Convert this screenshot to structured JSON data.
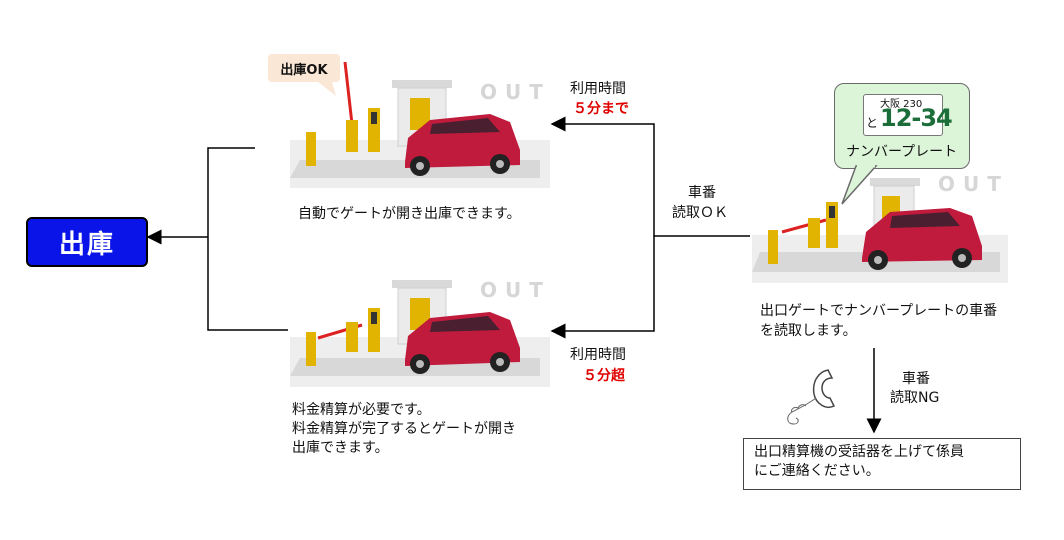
{
  "exit_label": "出庫",
  "exit_ok_bubble": "出庫OK",
  "out_sign": "OUT",
  "top_scene_caption": "自動でゲートが開き出庫できます。",
  "bottom_scene_caption": [
    "料金精算が必要です。",
    "料金精算が完了するとゲートが開き",
    "出庫できます。"
  ],
  "top_branch": {
    "label": "利用時間",
    "condition": "５分まで"
  },
  "bottom_branch": {
    "label": "利用時間",
    "condition": "５分超"
  },
  "read_ok": [
    "車番",
    "読取ＯＫ"
  ],
  "read_ng": [
    "車番",
    "読取NG"
  ],
  "plate": {
    "region": "大阪 230",
    "hira": "と",
    "number": "12-34",
    "caption": "ナンバープレート"
  },
  "gate_caption": [
    "出口ゲートでナンバープレートの車番",
    "を読取します。"
  ],
  "contact_message": [
    "出口精算機の受話器を上げて係員",
    "にご連絡ください。"
  ],
  "colors": {
    "exit_box": "#0a14e8",
    "condition_text": "#e00000",
    "car": "#c01a3c",
    "bubble_green": "#dcf5d8"
  }
}
